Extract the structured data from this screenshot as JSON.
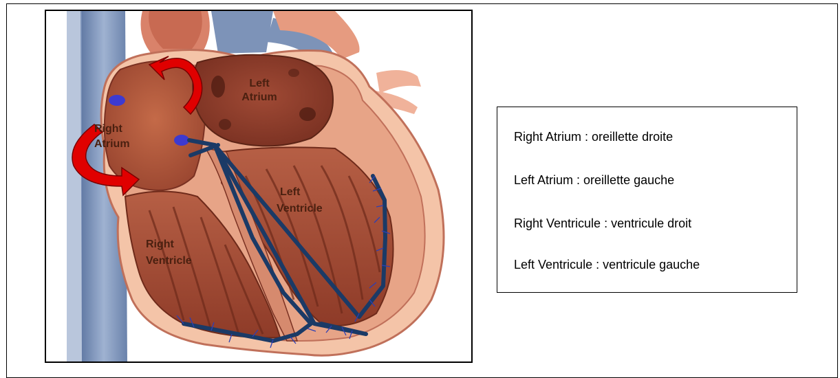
{
  "diagram": {
    "labels": {
      "left_atrium": [
        "Left",
        "Atrium"
      ],
      "right_atrium": [
        "Right",
        "Atrium"
      ],
      "left_ventricle": [
        "Left",
        "Ventricle"
      ],
      "right_ventricle": [
        "Right",
        "Ventricle"
      ]
    }
  },
  "legend": {
    "items": [
      "Right Atrium : oreillette droite",
      "Left Atrium : oreillette gauche",
      "Right Ventricule : ventricule droit",
      "Left Ventricule : ventricule gauche"
    ]
  },
  "colors": {
    "vessel_blue": "#7d93b8",
    "myocardium": "#c0705a",
    "chamber_fill": "#b0553a",
    "pericardium": "#f4c4a8",
    "conduction_path": "#1b3a66",
    "arrow_red": "#e00000"
  }
}
